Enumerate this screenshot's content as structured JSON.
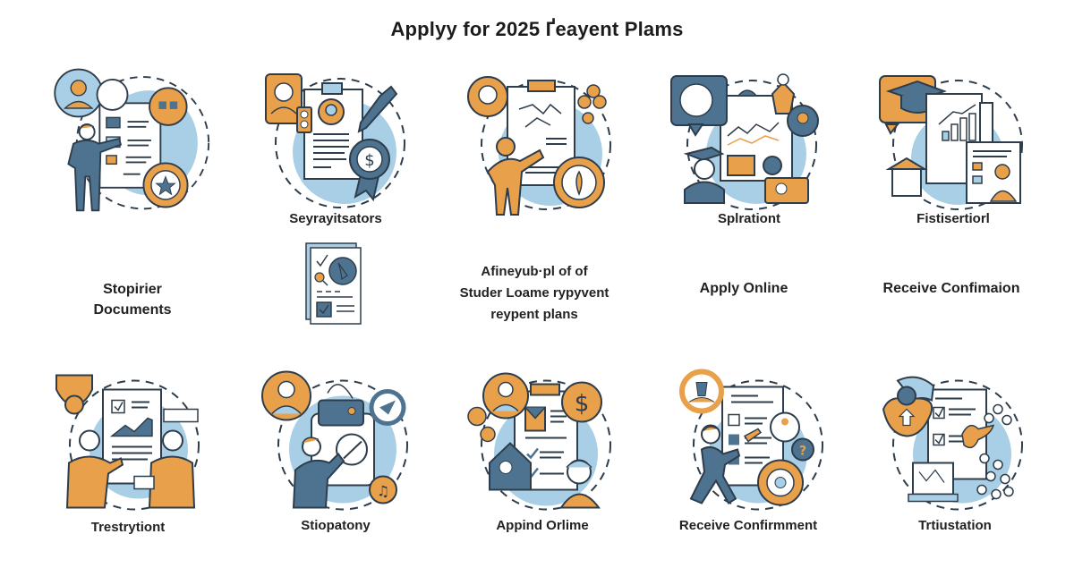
{
  "title": "Applyy for 2025 Ґeayent Plams",
  "colors": {
    "orange": "#E9A04A",
    "blue_dark": "#4E7390",
    "blue_light": "#A9CFE6",
    "outline": "#2E3D4B",
    "background": "#FFFFFF"
  },
  "top_row": [
    {
      "icon": "checklist-presenter-icon",
      "label": ""
    },
    {
      "icon": "clipboard-dollar-badge-icon",
      "label": "Seyrayitsators"
    },
    {
      "icon": "flowchart-presenter-icon",
      "label": ""
    },
    {
      "icon": "graduate-network-chart-icon",
      "label": "Splrationt"
    },
    {
      "icon": "graduation-cap-growth-chart-icon",
      "label": "Fistisertiorl"
    }
  ],
  "middle_row": [
    {
      "label_lines": [
        "Stopirier",
        "Documents"
      ]
    },
    {
      "icon": "document-checklist-icon"
    },
    {
      "label_lines": [
        "Afineyub·pl of of",
        "Studer Loame rypyvent",
        "reypent plans"
      ]
    },
    {
      "label_lines": [
        "Apply Online"
      ]
    },
    {
      "label_lines": [
        "Receive Confimaion"
      ]
    }
  ],
  "bottom_row": [
    {
      "icon": "business-meeting-chart-icon",
      "label": "Trestrytiont"
    },
    {
      "icon": "person-chat-tools-icon",
      "label": "Stiopatony"
    },
    {
      "icon": "clipboard-dollar-people-icon",
      "label": "Appind Orlime"
    },
    {
      "icon": "walking-person-document-gear-icon",
      "label": "Receive Confirmment"
    },
    {
      "icon": "document-computer-network-icon",
      "label": "Trtiustation"
    }
  ]
}
